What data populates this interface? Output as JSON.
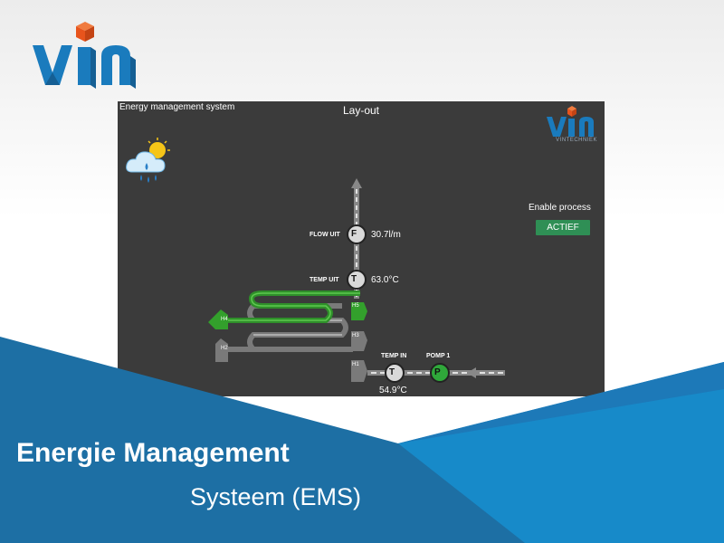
{
  "colors": {
    "accent_blue": "#1a7bbd",
    "accent_orange": "#e8541c",
    "panel_bg": "#3b3b3b",
    "active_green": "#2f8f55",
    "hx_active": "#33a02c",
    "band_blue": "#1d6fa4"
  },
  "icons": {
    "logo": "vin-logo-icon",
    "weather": "cloud-rain-sun-icon"
  },
  "panel": {
    "title": "Energy management system",
    "layout_title": "Lay-out",
    "mini_logo_text": "VINTECHNIEK"
  },
  "process": {
    "enable_label": "Enable process",
    "status": "ACTIEF"
  },
  "diagram": {
    "flow_uit_label": "FLOW UIT",
    "flow_uit_value": "30.7l/m",
    "flow_symbol": "F",
    "temp_uit_label": "TEMP UIT",
    "temp_uit_value": "63.0°C",
    "temp_symbol": "T",
    "temp_in_label": "TEMP IN",
    "temp_in_value": "54.9°C",
    "pomp_label": "POMP 1",
    "pomp_symbol": "P",
    "h1": "H1",
    "h2": "H2",
    "h3": "H3",
    "h4": "H4",
    "h5": "H5"
  },
  "headline": {
    "line1": "Energie Management",
    "line2": "Systeem (EMS)"
  }
}
